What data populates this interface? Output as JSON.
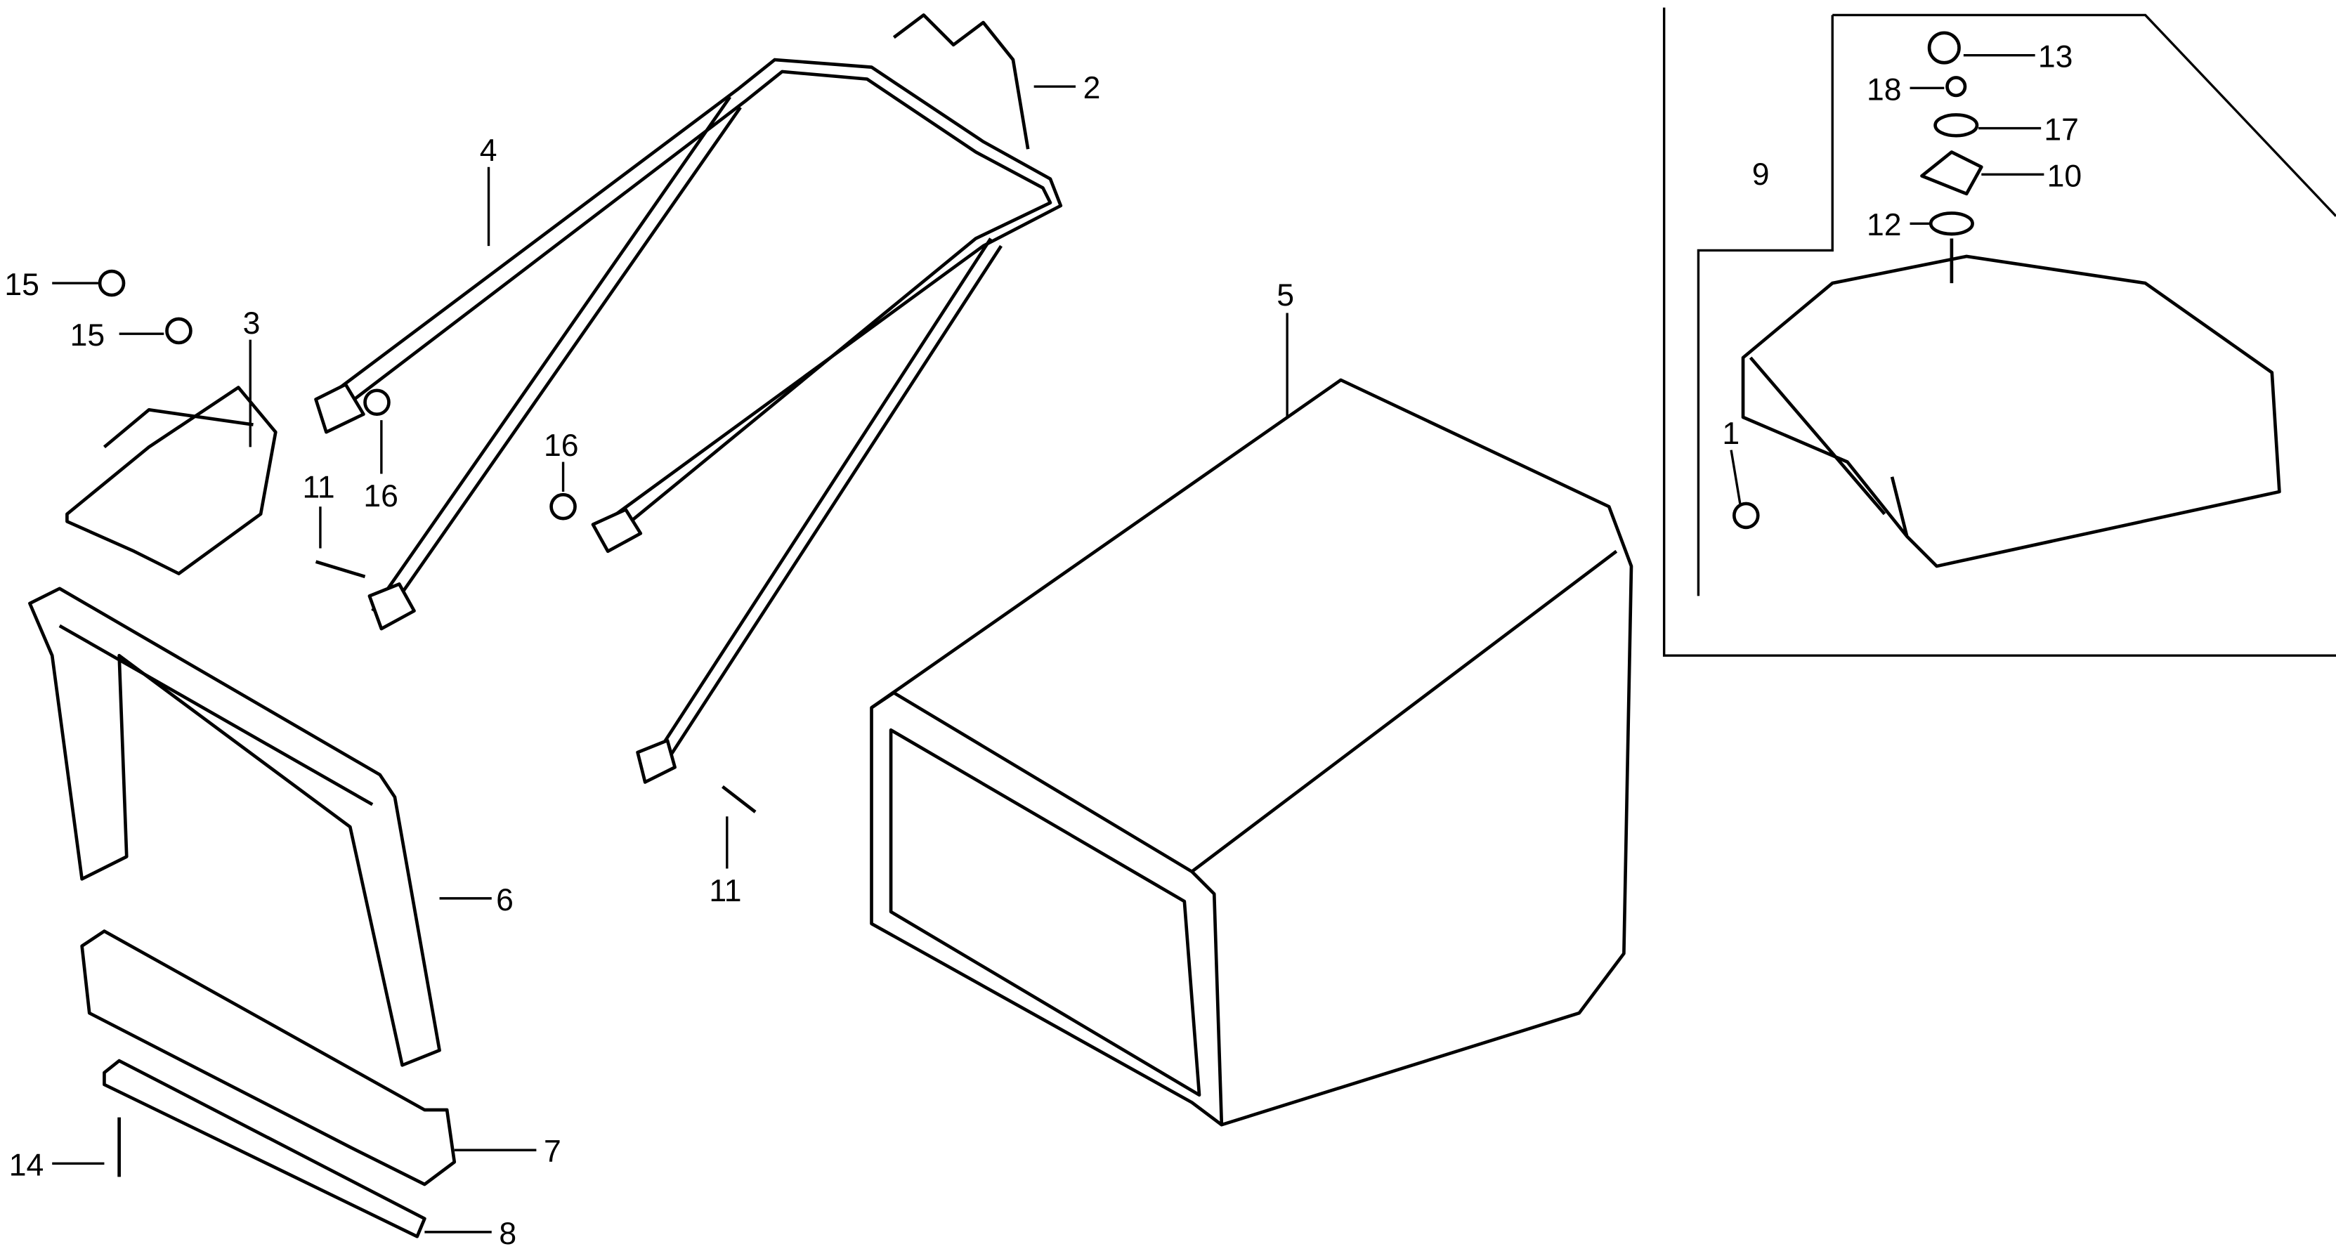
{
  "diagram": {
    "callouts": [
      {
        "id": "c2",
        "text": "2"
      },
      {
        "id": "c4",
        "text": "4"
      },
      {
        "id": "c15a",
        "text": "15"
      },
      {
        "id": "c15b",
        "text": "15"
      },
      {
        "id": "c3",
        "text": "3"
      },
      {
        "id": "c11a",
        "text": "11"
      },
      {
        "id": "c16a",
        "text": "16"
      },
      {
        "id": "c16b",
        "text": "16"
      },
      {
        "id": "c11b",
        "text": "11"
      },
      {
        "id": "c5",
        "text": "5"
      },
      {
        "id": "c6",
        "text": "6"
      },
      {
        "id": "c7",
        "text": "7"
      },
      {
        "id": "c8",
        "text": "8"
      },
      {
        "id": "c14",
        "text": "14"
      },
      {
        "id": "c9",
        "text": "9"
      },
      {
        "id": "c13",
        "text": "13"
      },
      {
        "id": "c18",
        "text": "18"
      },
      {
        "id": "c17",
        "text": "17"
      },
      {
        "id": "c10",
        "text": "10"
      },
      {
        "id": "c12",
        "text": "12"
      },
      {
        "id": "c1",
        "text": "1"
      }
    ]
  }
}
